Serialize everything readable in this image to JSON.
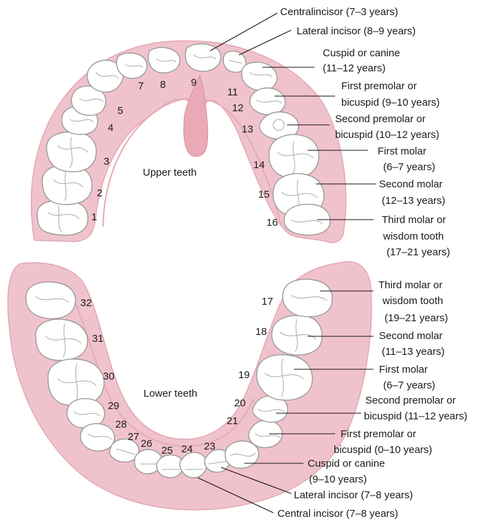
{
  "upper": {
    "title": "Upper teeth",
    "numbers": [
      "1",
      "2",
      "3",
      "4",
      "5",
      "7",
      "8",
      "9",
      "11",
      "12",
      "13",
      "14",
      "15",
      "16"
    ],
    "labels": [
      {
        "lines": [
          "Centralincisor (7–3 years)"
        ]
      },
      {
        "lines": [
          "Lateral incisor (8–9 years)"
        ]
      },
      {
        "lines": [
          "Cuspid or canine",
          "(11–12 years)"
        ]
      },
      {
        "lines": [
          "First premolar or",
          "bicuspid (9–10 years)"
        ]
      },
      {
        "lines": [
          "Second premolar or",
          "bicuspid (10–12 years)"
        ]
      },
      {
        "lines": [
          "First molar",
          "(6–7 years)"
        ]
      },
      {
        "lines": [
          "Second molar",
          "(12–13 years)"
        ]
      },
      {
        "lines": [
          "Third molar or",
          "wisdom tooth",
          "(17–21 years)"
        ]
      }
    ]
  },
  "lower": {
    "title": "Lower teeth",
    "numbers": [
      "32",
      "31",
      "30",
      "29",
      "28",
      "27",
      "26",
      "25",
      "24",
      "23",
      "21",
      "20",
      "19",
      "18",
      "17"
    ],
    "labels": [
      {
        "lines": [
          "Third molar or",
          "wisdom tooth",
          "(19–21 years)"
        ]
      },
      {
        "lines": [
          "Second molar",
          "(11–13 years)"
        ]
      },
      {
        "lines": [
          "First molar",
          "(6–7 years)"
        ]
      },
      {
        "lines": [
          "Second premolar or",
          "bicuspid (11–12 years)"
        ]
      },
      {
        "lines": [
          "First premolar or",
          "bicuspid (0–10 years)"
        ]
      },
      {
        "lines": [
          "Cuspid or canine",
          "(9–10 years)"
        ]
      },
      {
        "lines": [
          "Lateral incisor (7–8 years)"
        ]
      },
      {
        "lines": [
          "Central incisor (7–8 years)"
        ]
      }
    ]
  }
}
